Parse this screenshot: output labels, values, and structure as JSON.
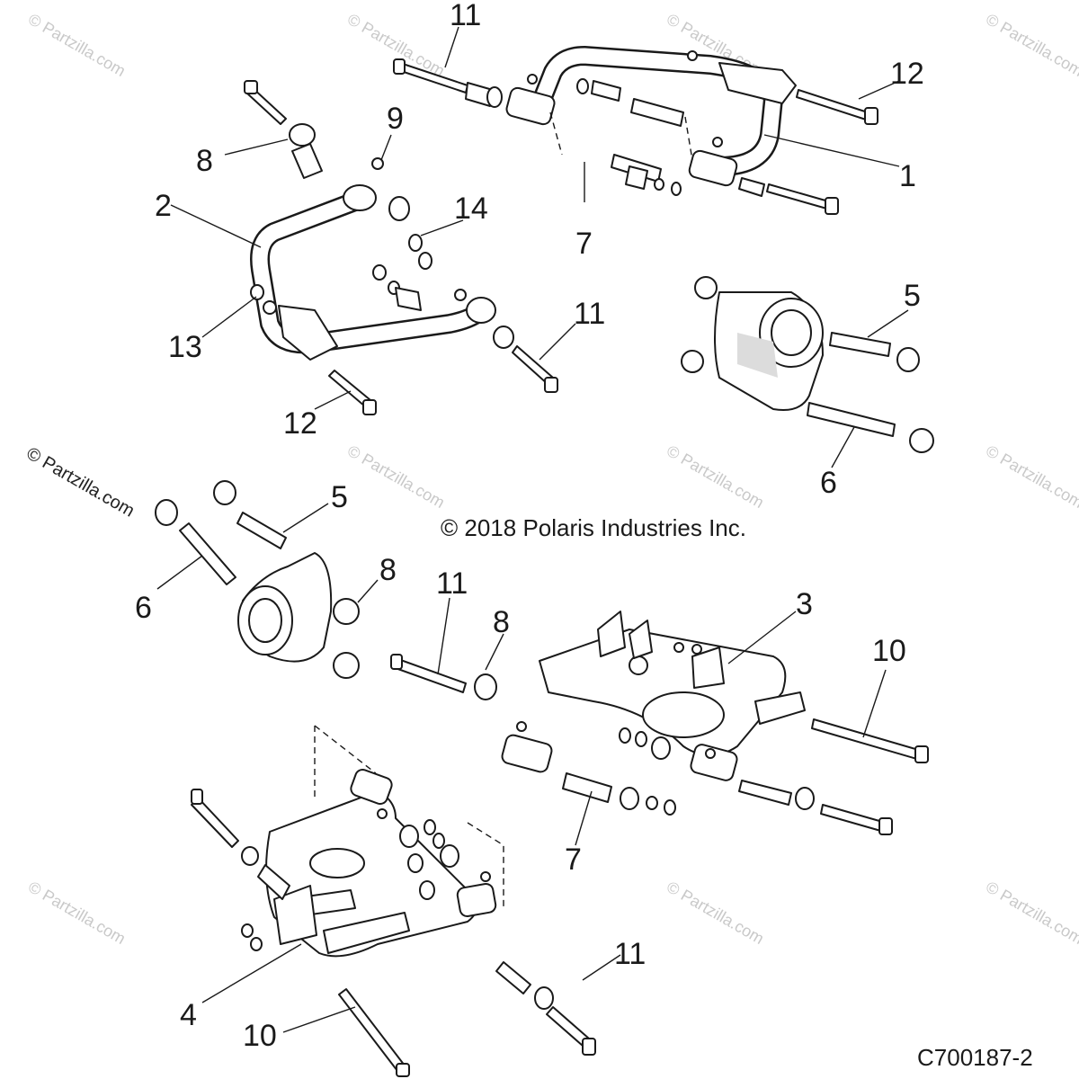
{
  "diagram": {
    "copyright": "© 2018 Polaris Industries Inc.",
    "code": "C700187-2",
    "watermark": "© Partzilla.com",
    "callouts": [
      {
        "id": "c11a",
        "text": "11"
      },
      {
        "id": "c12a",
        "text": "12"
      },
      {
        "id": "c1",
        "text": "1"
      },
      {
        "id": "c7a",
        "text": "7"
      },
      {
        "id": "c9",
        "text": "9"
      },
      {
        "id": "c8a",
        "text": "8"
      },
      {
        "id": "c2",
        "text": "2"
      },
      {
        "id": "c14",
        "text": "14"
      },
      {
        "id": "c13",
        "text": "13"
      },
      {
        "id": "c11b",
        "text": "11"
      },
      {
        "id": "c12b",
        "text": "12"
      },
      {
        "id": "c5a",
        "text": "5"
      },
      {
        "id": "c6a",
        "text": "6"
      },
      {
        "id": "c5b",
        "text": "5"
      },
      {
        "id": "c6b",
        "text": "6"
      },
      {
        "id": "c8b",
        "text": "8"
      },
      {
        "id": "c11c",
        "text": "11"
      },
      {
        "id": "c8c",
        "text": "8"
      },
      {
        "id": "c3",
        "text": "3"
      },
      {
        "id": "c10a",
        "text": "10"
      },
      {
        "id": "c7b",
        "text": "7"
      },
      {
        "id": "c11d",
        "text": "11"
      },
      {
        "id": "c4",
        "text": "4"
      },
      {
        "id": "c10b",
        "text": "10"
      }
    ]
  }
}
